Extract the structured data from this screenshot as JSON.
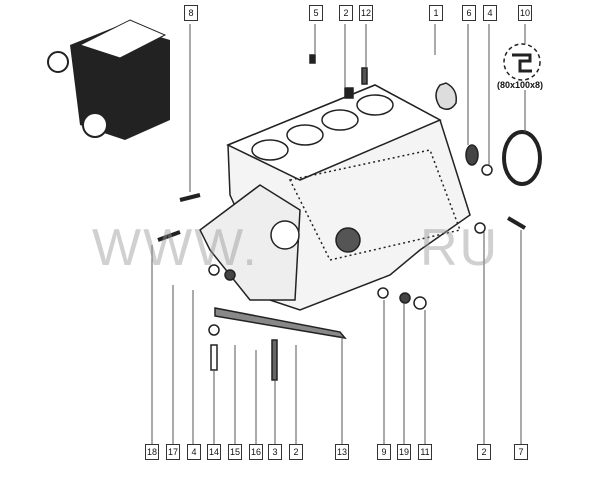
{
  "watermark": {
    "left": "WWW.",
    "right": "RU"
  },
  "seal_size": "(80x100x8)",
  "top_callouts": [
    "8",
    "5",
    "2",
    "12",
    "1",
    "6",
    "4",
    "10"
  ],
  "bottom_callouts": [
    "18",
    "17",
    "4",
    "14",
    "15",
    "16",
    "3",
    "2",
    "13",
    "9",
    "19",
    "11",
    "2",
    "7"
  ]
}
